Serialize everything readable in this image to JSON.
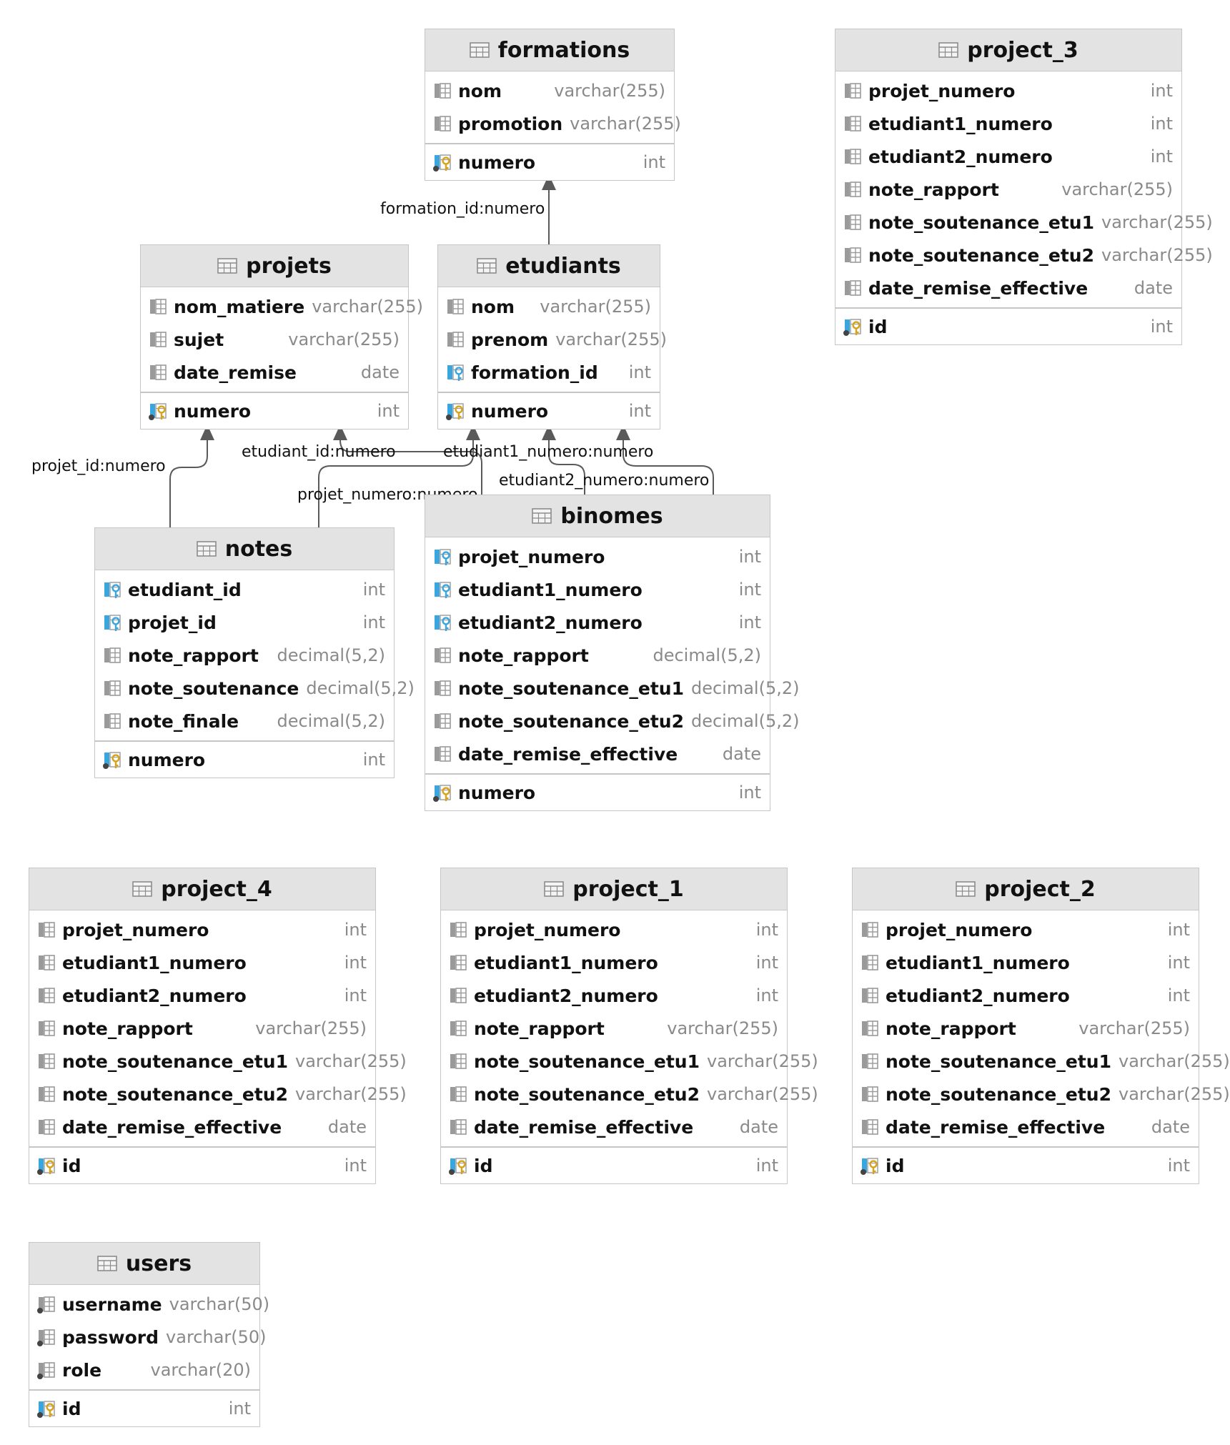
{
  "tables": {
    "formations": {
      "name": "formations",
      "columns": [
        {
          "name": "nom",
          "type": "varchar(255)",
          "icon": "column-icon"
        },
        {
          "name": "promotion",
          "type": "varchar(255)",
          "icon": "column-icon"
        }
      ],
      "primary_key": [
        {
          "name": "numero",
          "type": "int",
          "icon": "primary-key-icon"
        }
      ]
    },
    "project_3": {
      "name": "project_3",
      "columns": [
        {
          "name": "projet_numero",
          "type": "int",
          "icon": "column-icon"
        },
        {
          "name": "etudiant1_numero",
          "type": "int",
          "icon": "column-icon"
        },
        {
          "name": "etudiant2_numero",
          "type": "int",
          "icon": "column-icon"
        },
        {
          "name": "note_rapport",
          "type": "varchar(255)",
          "icon": "column-icon"
        },
        {
          "name": "note_soutenance_etu1",
          "type": "varchar(255)",
          "icon": "column-icon"
        },
        {
          "name": "note_soutenance_etu2",
          "type": "varchar(255)",
          "icon": "column-icon"
        },
        {
          "name": "date_remise_effective",
          "type": "date",
          "icon": "column-icon"
        }
      ],
      "primary_key": [
        {
          "name": "id",
          "type": "int",
          "icon": "primary-key-icon"
        }
      ]
    },
    "projets": {
      "name": "projets",
      "columns": [
        {
          "name": "nom_matiere",
          "type": "varchar(255)",
          "icon": "column-icon"
        },
        {
          "name": "sujet",
          "type": "varchar(255)",
          "icon": "column-icon"
        },
        {
          "name": "date_remise",
          "type": "date",
          "icon": "column-icon"
        }
      ],
      "primary_key": [
        {
          "name": "numero",
          "type": "int",
          "icon": "primary-key-icon"
        }
      ]
    },
    "etudiants": {
      "name": "etudiants",
      "columns": [
        {
          "name": "nom",
          "type": "varchar(255)",
          "icon": "column-icon"
        },
        {
          "name": "prenom",
          "type": "varchar(255)",
          "icon": "column-icon"
        },
        {
          "name": "formation_id",
          "type": "int",
          "icon": "foreign-key-icon"
        }
      ],
      "primary_key": [
        {
          "name": "numero",
          "type": "int",
          "icon": "primary-key-icon"
        }
      ]
    },
    "notes": {
      "name": "notes",
      "columns": [
        {
          "name": "etudiant_id",
          "type": "int",
          "icon": "foreign-key-icon"
        },
        {
          "name": "projet_id",
          "type": "int",
          "icon": "foreign-key-icon"
        },
        {
          "name": "note_rapport",
          "type": "decimal(5,2)",
          "icon": "column-icon"
        },
        {
          "name": "note_soutenance",
          "type": "decimal(5,2)",
          "icon": "column-icon"
        },
        {
          "name": "note_finale",
          "type": "decimal(5,2)",
          "icon": "column-icon"
        }
      ],
      "primary_key": [
        {
          "name": "numero",
          "type": "int",
          "icon": "primary-key-icon"
        }
      ]
    },
    "binomes": {
      "name": "binomes",
      "columns": [
        {
          "name": "projet_numero",
          "type": "int",
          "icon": "foreign-key-icon"
        },
        {
          "name": "etudiant1_numero",
          "type": "int",
          "icon": "foreign-key-icon"
        },
        {
          "name": "etudiant2_numero",
          "type": "int",
          "icon": "foreign-key-icon"
        },
        {
          "name": "note_rapport",
          "type": "decimal(5,2)",
          "icon": "column-icon"
        },
        {
          "name": "note_soutenance_etu1",
          "type": "decimal(5,2)",
          "icon": "column-icon"
        },
        {
          "name": "note_soutenance_etu2",
          "type": "decimal(5,2)",
          "icon": "column-icon"
        },
        {
          "name": "date_remise_effective",
          "type": "date",
          "icon": "column-icon"
        }
      ],
      "primary_key": [
        {
          "name": "numero",
          "type": "int",
          "icon": "primary-key-icon"
        }
      ]
    },
    "project_4": {
      "name": "project_4",
      "columns": [
        {
          "name": "projet_numero",
          "type": "int",
          "icon": "column-icon"
        },
        {
          "name": "etudiant1_numero",
          "type": "int",
          "icon": "column-icon"
        },
        {
          "name": "etudiant2_numero",
          "type": "int",
          "icon": "column-icon"
        },
        {
          "name": "note_rapport",
          "type": "varchar(255)",
          "icon": "column-icon"
        },
        {
          "name": "note_soutenance_etu1",
          "type": "varchar(255)",
          "icon": "column-icon"
        },
        {
          "name": "note_soutenance_etu2",
          "type": "varchar(255)",
          "icon": "column-icon"
        },
        {
          "name": "date_remise_effective",
          "type": "date",
          "icon": "column-icon"
        }
      ],
      "primary_key": [
        {
          "name": "id",
          "type": "int",
          "icon": "primary-key-icon"
        }
      ]
    },
    "project_1": {
      "name": "project_1",
      "columns": [
        {
          "name": "projet_numero",
          "type": "int",
          "icon": "column-icon"
        },
        {
          "name": "etudiant1_numero",
          "type": "int",
          "icon": "column-icon"
        },
        {
          "name": "etudiant2_numero",
          "type": "int",
          "icon": "column-icon"
        },
        {
          "name": "note_rapport",
          "type": "varchar(255)",
          "icon": "column-icon"
        },
        {
          "name": "note_soutenance_etu1",
          "type": "varchar(255)",
          "icon": "column-icon"
        },
        {
          "name": "note_soutenance_etu2",
          "type": "varchar(255)",
          "icon": "column-icon"
        },
        {
          "name": "date_remise_effective",
          "type": "date",
          "icon": "column-icon"
        }
      ],
      "primary_key": [
        {
          "name": "id",
          "type": "int",
          "icon": "primary-key-icon"
        }
      ]
    },
    "project_2": {
      "name": "project_2",
      "columns": [
        {
          "name": "projet_numero",
          "type": "int",
          "icon": "column-icon"
        },
        {
          "name": "etudiant1_numero",
          "type": "int",
          "icon": "column-icon"
        },
        {
          "name": "etudiant2_numero",
          "type": "int",
          "icon": "column-icon"
        },
        {
          "name": "note_rapport",
          "type": "varchar(255)",
          "icon": "column-icon"
        },
        {
          "name": "note_soutenance_etu1",
          "type": "varchar(255)",
          "icon": "column-icon"
        },
        {
          "name": "note_soutenance_etu2",
          "type": "varchar(255)",
          "icon": "column-icon"
        },
        {
          "name": "date_remise_effective",
          "type": "date",
          "icon": "column-icon"
        }
      ],
      "primary_key": [
        {
          "name": "id",
          "type": "int",
          "icon": "primary-key-icon"
        }
      ]
    },
    "users": {
      "name": "users",
      "columns": [
        {
          "name": "username",
          "type": "varchar(50)",
          "icon": "unique-column-icon"
        },
        {
          "name": "password",
          "type": "varchar(50)",
          "icon": "unique-column-icon"
        },
        {
          "name": "role",
          "type": "varchar(20)",
          "icon": "unique-column-icon"
        }
      ],
      "primary_key": [
        {
          "name": "id",
          "type": "int",
          "icon": "primary-key-icon"
        }
      ]
    }
  },
  "relationships": [
    {
      "label": "formation_id:numero",
      "from": "etudiants",
      "to": "formations"
    },
    {
      "label": "projet_id:numero",
      "from": "notes",
      "to": "projets"
    },
    {
      "label": "etudiant_id:numero",
      "from": "notes",
      "to": "etudiants"
    },
    {
      "label": "projet_numero:numero",
      "from": "binomes",
      "to": "projets"
    },
    {
      "label": "etudiant1_numero:numero",
      "from": "binomes",
      "to": "etudiants"
    },
    {
      "label": "etudiant2_numero:numero",
      "from": "binomes",
      "to": "etudiants"
    }
  ],
  "colors": {
    "header_bg": "#e3e3e3",
    "border": "#c6c6c6",
    "type_text": "#8a8a8a",
    "edge": "#5a5a5a",
    "foreign_key_blue": "#3aa6e0",
    "primary_key_gold": "#d9a21b"
  }
}
